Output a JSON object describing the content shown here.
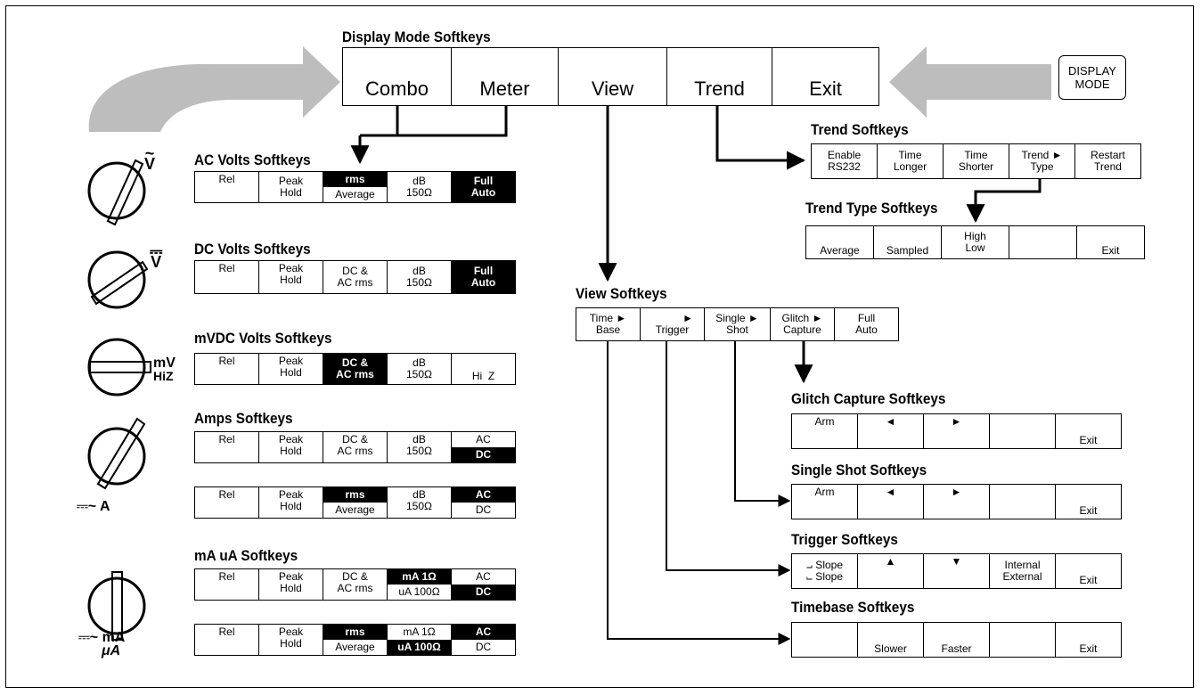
{
  "colors": {
    "ink": "#000000",
    "arrow_gray": "#bdbdbd",
    "background": "#ffffff"
  },
  "display_mode": {
    "title": "Display Mode Softkeys",
    "keys": [
      "Combo",
      "Meter",
      "View",
      "Trend",
      "Exit"
    ],
    "button_line1": "DISPLAY",
    "button_line2": "MODE"
  },
  "dials": {
    "ac_v": {
      "sym": "~",
      "unit": "V"
    },
    "dc_v": {
      "sym": "⎓",
      "unit": "V"
    },
    "mv": {
      "line1": "mV",
      "line2": "HiZ"
    },
    "amps": {
      "sym": "⎓~",
      "unit": "A"
    },
    "ma": {
      "sym": "⎓~",
      "unit1": "mA",
      "unit2": "μA"
    }
  },
  "ac_volts": {
    "title": "AC Volts Softkeys",
    "keys": [
      [
        "Rel",
        ""
      ],
      [
        "Peak",
        "Hold"
      ],
      [
        "rms",
        "Average"
      ],
      [
        "dB",
        "150Ω"
      ],
      [
        "Full",
        "Auto"
      ]
    ]
  },
  "dc_volts": {
    "title": "DC Volts Softkeys",
    "keys": [
      [
        "Rel",
        ""
      ],
      [
        "Peak",
        "Hold"
      ],
      [
        "DC &",
        "AC rms"
      ],
      [
        "dB",
        "150Ω"
      ],
      [
        "Full",
        "Auto"
      ]
    ]
  },
  "mvdc_volts": {
    "title": "mVDC Volts Softkeys",
    "keys": [
      [
        "Rel",
        ""
      ],
      [
        "Peak",
        "Hold"
      ],
      [
        "DC &",
        "AC rms"
      ],
      [
        "dB",
        "150Ω"
      ],
      [
        "Hi  Z",
        ""
      ]
    ]
  },
  "amps": {
    "title": "Amps Softkeys",
    "row1": [
      [
        "Rel",
        ""
      ],
      [
        "Peak",
        "Hold"
      ],
      [
        "DC &",
        "AC rms"
      ],
      [
        "dB",
        "150Ω"
      ],
      [
        "AC",
        "DC"
      ]
    ],
    "row2": [
      [
        "Rel",
        ""
      ],
      [
        "Peak",
        "Hold"
      ],
      [
        "rms",
        "Average"
      ],
      [
        "dB",
        "150Ω"
      ],
      [
        "AC",
        "DC"
      ]
    ]
  },
  "ma_ua": {
    "title": "mA uA Softkeys",
    "row1": [
      [
        "Rel",
        ""
      ],
      [
        "Peak",
        "Hold"
      ],
      [
        "DC &",
        "AC rms"
      ],
      [
        "mA 1Ω",
        "uA 100Ω"
      ],
      [
        "AC",
        "DC"
      ]
    ],
    "row2": [
      [
        "Rel",
        ""
      ],
      [
        "Peak",
        "Hold"
      ],
      [
        "rms",
        "Average"
      ],
      [
        "mA 1Ω",
        "uA 100Ω"
      ],
      [
        "AC",
        "DC"
      ]
    ]
  },
  "trend": {
    "title": "Trend Softkeys",
    "keys": [
      [
        "Enable",
        "RS232"
      ],
      [
        "Time",
        "Longer"
      ],
      [
        "Time",
        "Shorter"
      ],
      [
        "Trend ►",
        "Type"
      ],
      [
        "Restart",
        "Trend"
      ]
    ]
  },
  "trend_type": {
    "title": "Trend Type Softkeys",
    "keys": [
      "Average",
      "Sampled",
      "High",
      "Low",
      "",
      "Exit"
    ]
  },
  "view": {
    "title": "View Softkeys",
    "keys": [
      [
        "Time ►",
        "Base"
      ],
      [
        "►",
        "Trigger"
      ],
      [
        "Single ►",
        "Shot"
      ],
      [
        "Glitch ►",
        "Capture"
      ],
      [
        "Full",
        "Auto"
      ]
    ]
  },
  "glitch": {
    "title": "Glitch Capture Softkeys",
    "keys": [
      "Arm",
      "◄",
      "►",
      "",
      "Exit"
    ]
  },
  "single_shot": {
    "title": "Single Shot Softkeys",
    "keys": [
      "Arm",
      "◄",
      "►",
      "",
      "Exit"
    ]
  },
  "trigger": {
    "title": "Trigger Softkeys",
    "keys": [
      [
        "⨼ Slope",
        "⨽ Slope"
      ],
      [
        "▲",
        ""
      ],
      [
        "▼",
        ""
      ],
      [
        "Internal",
        "External"
      ],
      [
        "",
        "Exit"
      ]
    ]
  },
  "timebase": {
    "title": "Timebase Softkeys",
    "keys": [
      "",
      "Slower",
      "Faster",
      "",
      "Exit"
    ]
  }
}
